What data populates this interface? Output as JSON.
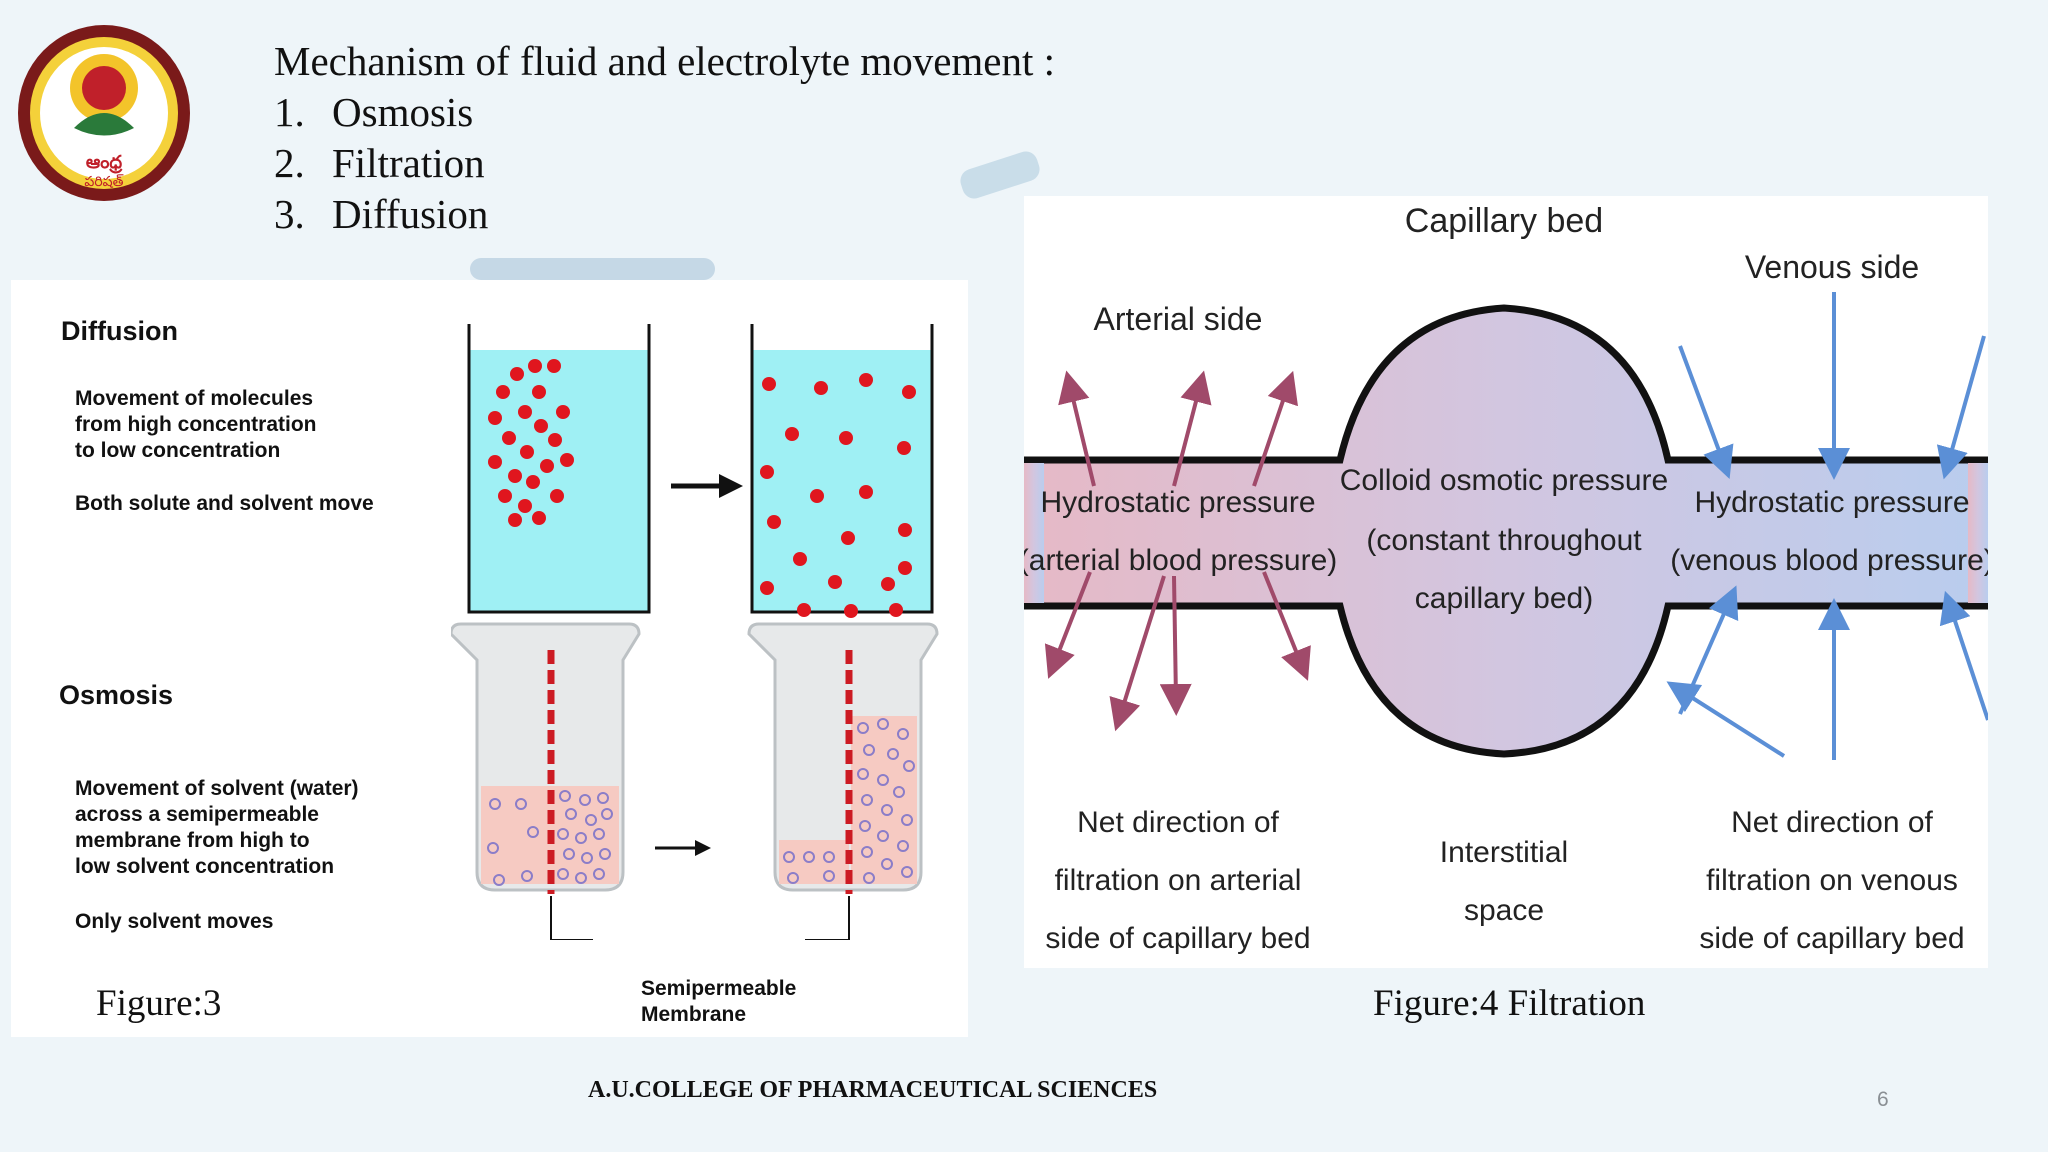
{
  "slide": {
    "title": "Mechanism of fluid and electrolyte movement :",
    "items": [
      {
        "num": "1.",
        "label": "Osmosis"
      },
      {
        "num": "2.",
        "label": "Filtration"
      },
      {
        "num": "3.",
        "label": "Diffusion"
      }
    ],
    "footer": "A.U.COLLEGE OF PHARMACEUTICAL SCIENCES",
    "page_number": "6"
  },
  "figure3": {
    "caption": "Figure:3",
    "diffusion": {
      "title": "Diffusion",
      "desc": [
        "Movement of molecules",
        "from high concentration",
        "to low concentration"
      ],
      "note": "Both solute and solvent move"
    },
    "osmosis": {
      "title": "Osmosis",
      "desc": [
        "Movement of solvent (water)",
        "across a semipermeable",
        "membrane from high to",
        "low solvent concentration"
      ],
      "note": "Only solvent moves"
    },
    "membrane_label": [
      "Semipermeable",
      "Membrane"
    ]
  },
  "figure4": {
    "caption": "Figure:4  Filtration",
    "capillary_bed": "Capillary bed",
    "arterial_side": "Arterial side",
    "venous_side": "Venous side",
    "hydro_arterial": [
      "Hydrostatic pressure",
      "(arterial blood pressure)"
    ],
    "colloid": [
      "Colloid osmotic pressure",
      "(constant throughout",
      "capillary bed)"
    ],
    "hydro_venous": [
      "Hydrostatic pressure",
      "(venous blood pressure)"
    ],
    "net_arterial": [
      "Net direction of",
      "filtration on arterial",
      "side of capillary bed"
    ],
    "interstitial": [
      "Interstitial",
      "space"
    ],
    "net_venous": [
      "Net direction of",
      "filtration on venous",
      "side of capillary bed"
    ]
  },
  "colors": {
    "arterial": "#a04a6a",
    "venous": "#5b8fd6",
    "solute_red": "#e0161e",
    "water_blue": "#9ff0f4"
  }
}
